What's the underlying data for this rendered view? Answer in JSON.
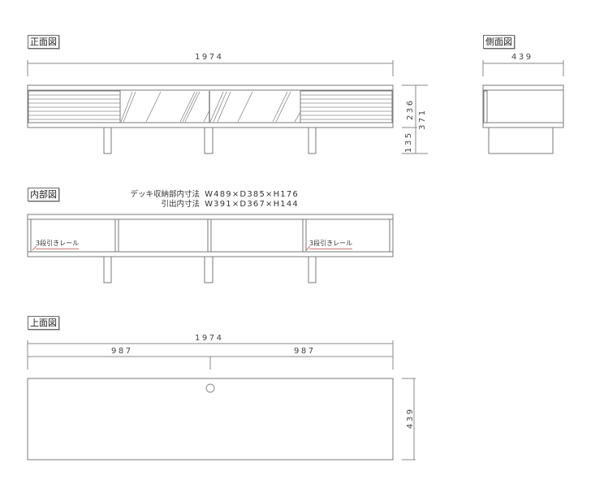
{
  "views": {
    "front": {
      "title": "正面図",
      "width_dim": "1974",
      "height_dims": {
        "body": "236",
        "total": "371",
        "leg": "135"
      },
      "sections": [
        "drawer-louver",
        "glass-door",
        "glass-door",
        "drawer-louver"
      ]
    },
    "side": {
      "title": "側面図",
      "depth_dim": "439"
    },
    "interior": {
      "title": "内部図",
      "specs": [
        {
          "label": "デッキ収納部内寸法",
          "value": "W489×D385×H176"
        },
        {
          "label": "引出内寸法",
          "value": "W391×D367×H144"
        }
      ],
      "rail_labels": [
        "3段引きレール",
        "3段引きレール"
      ]
    },
    "top": {
      "title": "上面図",
      "width_dim": "1974",
      "half_dims": [
        "987",
        "987"
      ],
      "depth_dim": "439",
      "cable_hole": "circle"
    }
  },
  "colors": {
    "line": "#7a7a7a",
    "dim_line": "#8a8a8a",
    "text": "#333333",
    "leader": "#c0504d"
  }
}
